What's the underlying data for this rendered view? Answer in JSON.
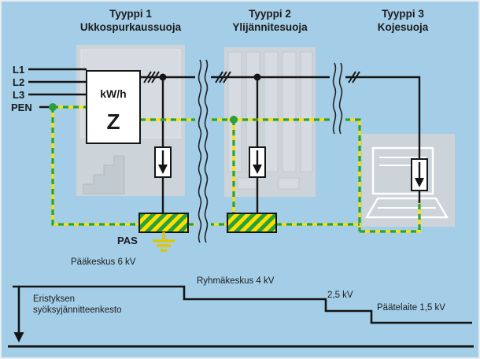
{
  "headers": [
    {
      "title": "Tyyppi 1",
      "subtitle": "Ukkospurkaussuoja"
    },
    {
      "title": "Tyyppi 2",
      "subtitle": "Ylijännitesuoja"
    },
    {
      "title": "Tyyppi 3",
      "subtitle": "Kojesuoja"
    }
  ],
  "conductors": {
    "l1": "L1",
    "l2": "L2",
    "l3": "L3",
    "pen": "PEN"
  },
  "meter": {
    "unit": "kW/h",
    "symbol": "Z"
  },
  "pas": {
    "label": "PAS"
  },
  "levels": {
    "main_board": "Pääkeskus 6 kV",
    "group_board": "Ryhmäkeskus 4 kV",
    "mid": "2,5 kV",
    "terminal": "Päätelaite 1,5 kV"
  },
  "axis": {
    "line1": "Eristyksen",
    "line2": "syöksyjännitteenkesto"
  },
  "icons": {
    "surge_arrester": "down-arrow-in-box",
    "ground": "earth-ground",
    "meter": "kwh-meter",
    "equipment": "laptop",
    "junction": "connection-dot",
    "pe_bar": "green-yellow-striped-bar"
  },
  "colors": {
    "background": "#a4cee7",
    "panel": "#ccd3d9",
    "wire": "#151515",
    "pe_green": "#28a13c",
    "pe_yellow": "#ffdf00"
  }
}
